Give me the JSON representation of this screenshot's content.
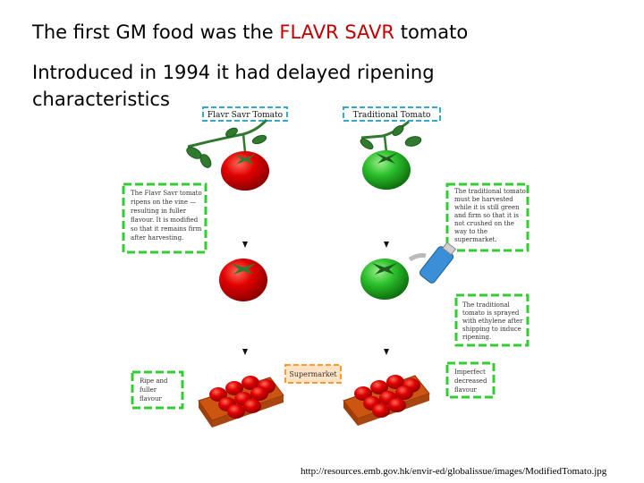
{
  "title": {
    "prefix": "The first GM food was the ",
    "highlight": "FLAVR SAVR",
    "suffix": " tomato"
  },
  "subtitle": "Introduced in 1994 it had delayed ripening characteristics",
  "figure": {
    "flavr_header": "Flavr Savr Tomato",
    "traditional_header": "Traditional Tomato",
    "flavr_note_lines": [
      "The Flavr Savr tomato",
      "ripens on the vine —",
      "resulting in fuller",
      "flavour. It is modified",
      "so that it remains firm",
      "after harvesting."
    ],
    "traditional_note_lines": [
      "The traditional tomato",
      "must be harvested",
      "while it is still green",
      "and firm so that it is",
      "not crushed on the",
      "way to the",
      "supermarket."
    ],
    "sprayed_note_lines": [
      "The traditional",
      "tomato is sprayed",
      "with ethylene after",
      "shipping to induce",
      "ripening."
    ],
    "ripe_note_lines": [
      "Ripe and",
      "fuller",
      "flavour"
    ],
    "imperfect_note_lines": [
      "Imperfect",
      "decreased",
      "flavour"
    ],
    "supermarket_label": "Supermarket",
    "colors": {
      "ripe": "#d40000",
      "unripe": "#22b022",
      "note_border": "#33cc33",
      "header_border": "#33aacc",
      "supermarket_border": "#ff9933",
      "crate": "#cc5511"
    }
  },
  "source_url": "http://resources.emb.gov.hk/envir-ed/globalissue/images/ModifiedTomato.jpg"
}
